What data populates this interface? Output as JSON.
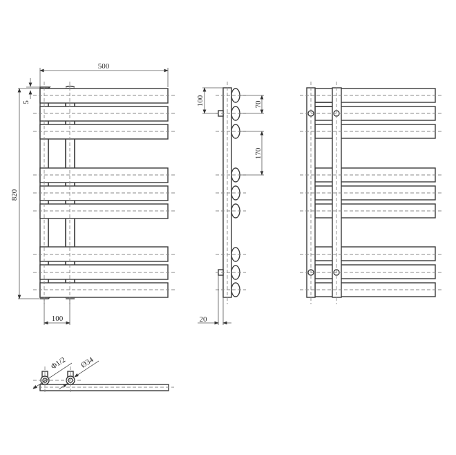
{
  "drawing": {
    "title": "Designer towel radiator technical drawing",
    "views": [
      "front",
      "side",
      "rear",
      "top"
    ],
    "line_color": "#3a3a3a",
    "centerline_color": "#8a8a8a",
    "background": "#ffffff"
  },
  "dimensions": {
    "overall_width": "500",
    "overall_height": "820",
    "top_offset": "5",
    "pipe_centers": "100",
    "top_bracket_offset": "100",
    "bar_pitch": "70",
    "group_gap": "170",
    "wall_clearance": "20",
    "connection_thread": "Φ1/2",
    "tube_diameter": "Ø34"
  },
  "geometry": {
    "bar_groups": 3,
    "bars_per_group": 3,
    "vertical_tubes": 2
  }
}
